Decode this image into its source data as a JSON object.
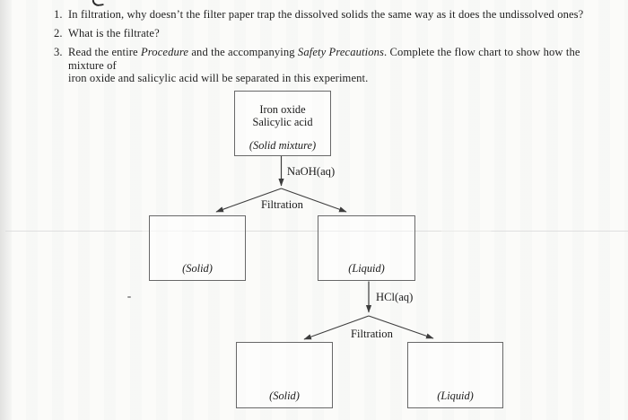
{
  "questions": {
    "q1": {
      "number": "1.",
      "text": "In filtration, why doesn’t the filter paper trap the dissolved solids the same way as it does the undissolved ones?"
    },
    "q2": {
      "number": "2.",
      "text": "What is the filtrate?"
    },
    "q3": {
      "number": "3.",
      "seg1": "Read the entire ",
      "seg2_italic": "Procedure",
      "seg3": " and the accompanying ",
      "seg4_italic": "Safety Precautions",
      "seg5": ". Complete the flow chart to show how the mixture of",
      "line2": "iron oxide and salicylic acid will be separated in this experiment."
    }
  },
  "flowchart": {
    "top_box": {
      "line1": "Iron oxide",
      "line2": "Salicylic acid",
      "caption": "(Solid mixture)"
    },
    "arrow1_label": "NaOH(aq)",
    "fork1_label": "Filtration",
    "mid_left_box": {
      "caption": "(Solid)"
    },
    "mid_right_box": {
      "caption": "(Liquid)"
    },
    "arrow2_label": "HCl(aq)",
    "fork2_label": "Filtration",
    "bottom_left_box": {
      "caption": "(Solid)"
    },
    "bottom_right_box": {
      "caption": "(Liquid)"
    }
  },
  "colors": {
    "paper": "#fbfbf9",
    "ink": "#1f1f1f",
    "box_border": "#686868",
    "arrow_line": "#3d3d3d"
  }
}
